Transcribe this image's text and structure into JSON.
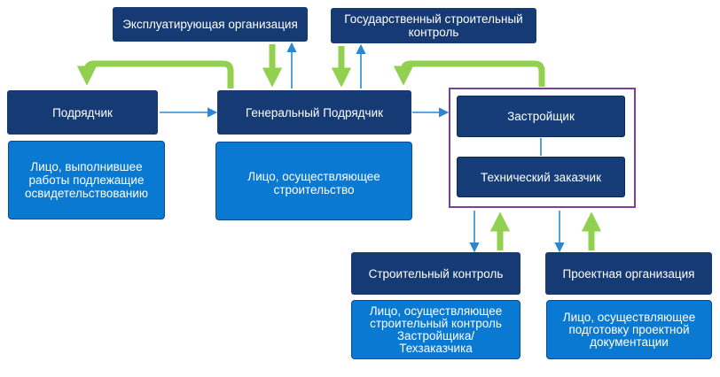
{
  "nodes": {
    "exploit": "Эксплуатирующая организация",
    "gsk": "Государственный строительный контроль",
    "contractor": "Подрядчик",
    "general": "Генеральный Подрядчик",
    "developer": "Застройщик",
    "customer": "Технический заказчик",
    "contractor_desc": "Лицо, выполнившее работы подлежащие освидетельствованию",
    "general_desc": "Лицо, осуществляющее строительство",
    "control": "Строительный контроль",
    "control_desc": "Лицо, осуществляющее строительный контроль Застройщика/Техзаказчика",
    "design": "Проектная организация",
    "design_desc": "Лицо, осуществляющее подготовку проектной документации"
  },
  "colors": {
    "dark_box": "#153a74",
    "light_box": "#0a79d2",
    "blue_arrow": "#2f86d0",
    "green_arrow": "#92d050",
    "frame": "#7a3fa0"
  }
}
